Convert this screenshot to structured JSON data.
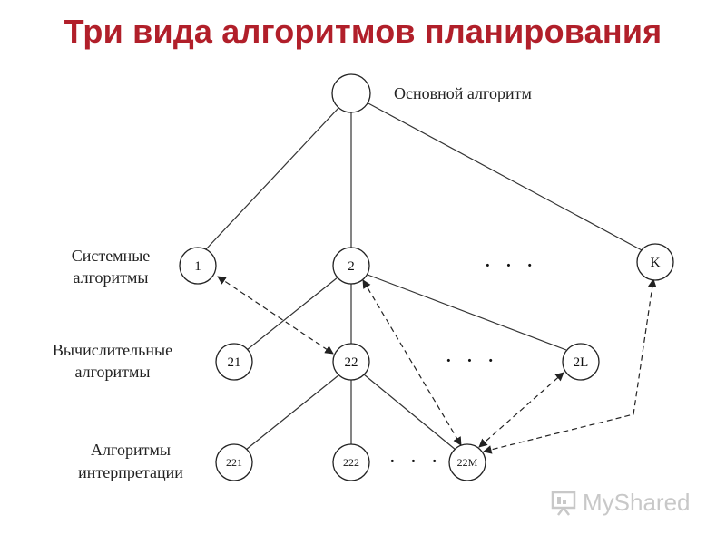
{
  "title": "Три вида алгоритмов планирования",
  "root_label": "Основной алгоритм",
  "levels": {
    "system": [
      "Системные",
      "алгоритмы"
    ],
    "compute": [
      "Вычислительные",
      "алгоритмы"
    ],
    "interp": [
      "Алгоритмы",
      "интерпретации"
    ]
  },
  "nodes": {
    "n1": "1",
    "n2": "2",
    "nK": "K",
    "n21": "21",
    "n22": "22",
    "n2L": "2L",
    "n221": "221",
    "n222": "222",
    "n22M": "22M"
  },
  "ellipsis": "· · ·",
  "watermark": "MyShared",
  "colors": {
    "title": "#b11f2a",
    "line": "#333333",
    "watermark": "#c8c8c8"
  }
}
